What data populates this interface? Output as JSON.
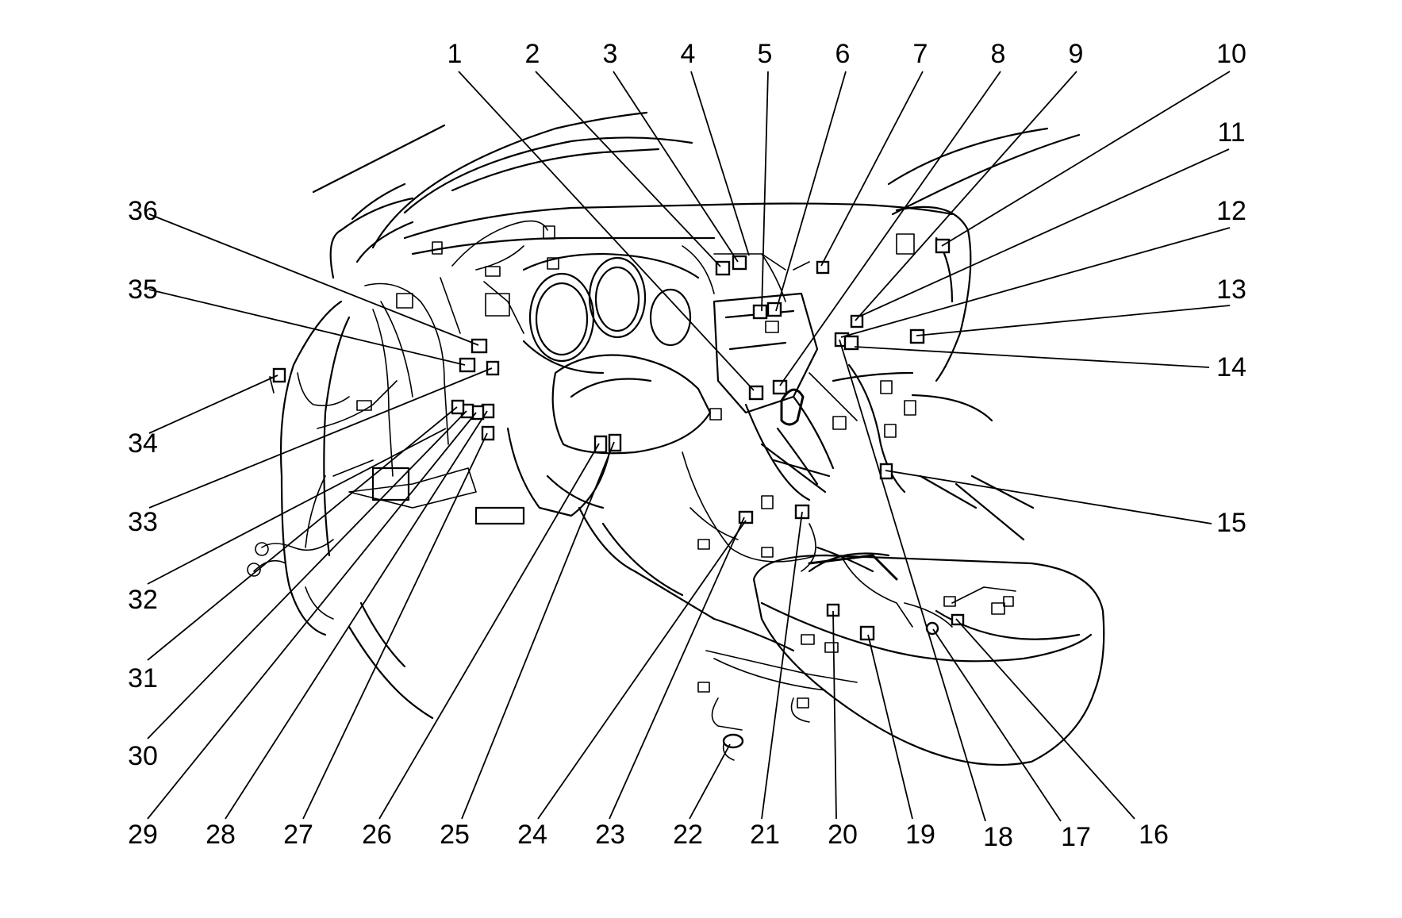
{
  "callouts": [
    {
      "number": "1"
    },
    {
      "number": "2"
    },
    {
      "number": "3"
    },
    {
      "number": "4"
    },
    {
      "number": "5"
    },
    {
      "number": "6"
    },
    {
      "number": "7"
    },
    {
      "number": "8"
    },
    {
      "number": "9"
    },
    {
      "number": "10"
    },
    {
      "number": "11"
    },
    {
      "number": "12"
    },
    {
      "number": "13"
    },
    {
      "number": "14"
    },
    {
      "number": "15"
    },
    {
      "number": "16"
    },
    {
      "number": "17"
    },
    {
      "number": "18"
    },
    {
      "number": "19"
    },
    {
      "number": "20"
    },
    {
      "number": "21"
    },
    {
      "number": "22"
    },
    {
      "number": "23"
    },
    {
      "number": "24"
    },
    {
      "number": "25"
    },
    {
      "number": "26"
    },
    {
      "number": "27"
    },
    {
      "number": "28"
    },
    {
      "number": "29"
    },
    {
      "number": "30"
    },
    {
      "number": "31"
    },
    {
      "number": "32"
    },
    {
      "number": "33"
    },
    {
      "number": "34"
    },
    {
      "number": "35"
    },
    {
      "number": "36"
    }
  ]
}
